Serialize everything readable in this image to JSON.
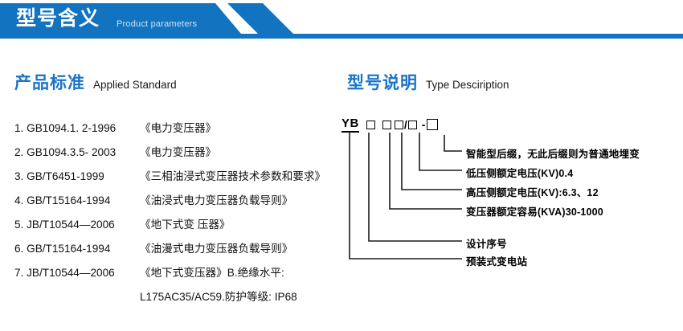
{
  "banner": {
    "title_cn": "型号含义",
    "title_en": "Product parameters",
    "color": "#1273c0"
  },
  "sections": {
    "standard": {
      "title_cn": "产品标准",
      "title_en": "Applied Standard",
      "accent": "#1a74c6",
      "items": [
        {
          "no": "1.",
          "code": "GB1094.1. 2-1996",
          "name": "《电力变压器》"
        },
        {
          "no": "2.",
          "code": "GB1094.3.5- 2003",
          "name": "《电力变压器》"
        },
        {
          "no": "3.",
          "code": "GB/T6451-1999",
          "name": "《三相油浸式变压器技术参数和要求》"
        },
        {
          "no": "4.",
          "code": "GB/T15164-1994",
          "name": "《油浸式电力变压器负载导则》"
        },
        {
          "no": "5.",
          "code": "JB/T10544—2006",
          "name": "《地下式变 压器》"
        },
        {
          "no": "6.",
          "code": "GB/T15164-1994",
          "name": "《油漫式电力变压器负载导则》"
        },
        {
          "no": "7.",
          "code": "JB/T10544—2006",
          "name": "《地下式变压器》B.绝缘水平:"
        }
      ],
      "continuation": "L175AC35/AC59.防护等级: IP68"
    },
    "type": {
      "title_cn": "型号说明",
      "title_en": "Type Desciription",
      "accent": "#1a74c6",
      "code_prefix": "YB",
      "code_separator_slash": "/",
      "code_separator_dash": "-",
      "labels": [
        "智能型后缀，无此后缀则为普通地埋变",
        "低压侧额定电压(KV)0.4",
        "高压侧额定电压(KV):6.3、12",
        "变压器额定容易(KVA)30-1000",
        "设计序号",
        "预装式变电站"
      ]
    }
  }
}
